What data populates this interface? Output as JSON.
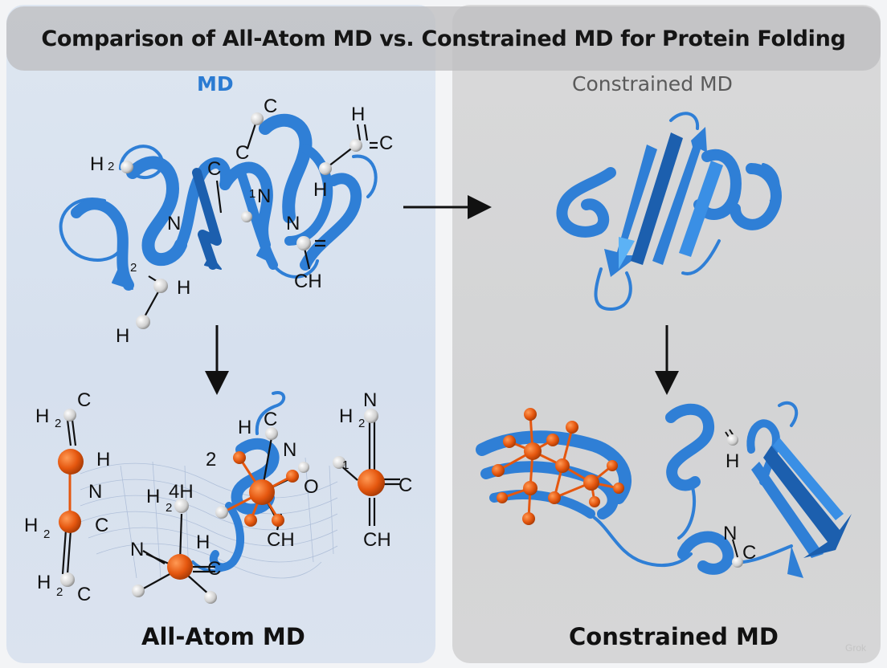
{
  "title": "Comparison of All-Atom MD vs. Constrained MD for Protein Folding",
  "labels": {
    "top_left": "MD",
    "top_right": "Constrained MD",
    "bottom_left": "All-Atom MD",
    "bottom_right": "Constrained MD"
  },
  "watermark": "Grok",
  "atom_labels": {
    "top_left": [
      "C",
      "H",
      "C",
      "H",
      "C",
      "C",
      "N",
      "H",
      "N",
      "N",
      "CH",
      "H",
      "H",
      "2",
      "1",
      "2"
    ],
    "bottom_left": [
      "C",
      "H",
      "H",
      "N",
      "H",
      "C",
      "H",
      "C",
      "4H",
      "H",
      "N",
      "C",
      "H",
      "H",
      "C",
      "N",
      "O",
      "CH",
      "N",
      "H",
      "C",
      "CH",
      "2",
      "2",
      "2",
      "2",
      "2",
      "2",
      "1"
    ],
    "bottom_right": [
      "H",
      "N",
      "C"
    ]
  },
  "colors": {
    "ribbon": "#2f7fd6",
    "ribbon_dark": "#1c5fae",
    "atom_orange": "#e5570f",
    "atom_white": "#e8e8e8",
    "title_accent": "#2b7bd2"
  }
}
